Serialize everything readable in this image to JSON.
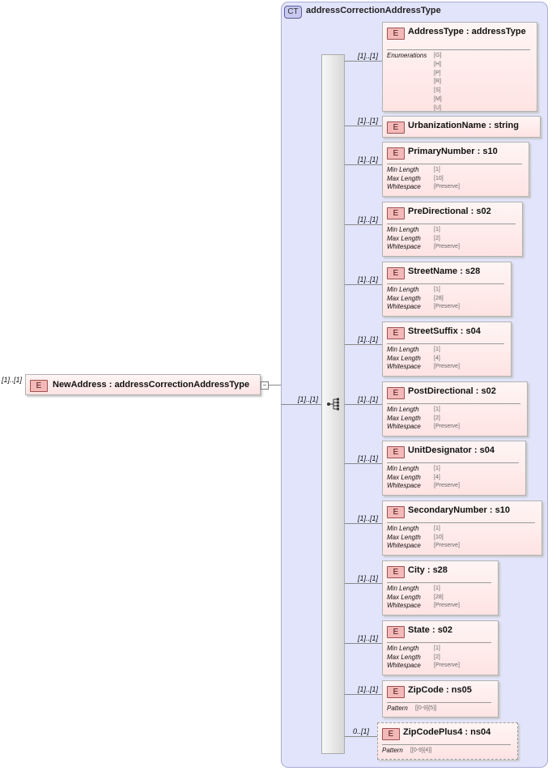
{
  "root": {
    "cardinality": "[1]..[1]",
    "name": "NewAddress",
    "type": "addressCorrectionAddressType",
    "badge": "E",
    "collapse_symbol": "−"
  },
  "complex_type": {
    "badge": "CT",
    "title": "addressCorrectionAddressType",
    "sequence_cardinality": "[1]..[1]",
    "compositor_icon": "sequence-icon"
  },
  "elements": [
    {
      "card": "[1]..[1]",
      "name": "AddressType",
      "type": "addressType",
      "badge": "E",
      "facets": [
        {
          "label": "Enumerations",
          "values": [
            "[G]",
            "[H]",
            "[P]",
            "[R]",
            "[S]",
            "[M]",
            "[U]"
          ]
        }
      ]
    },
    {
      "card": "[1]..[1]",
      "name": "UrbanizationName",
      "type": "string",
      "badge": "E",
      "facets": []
    },
    {
      "card": "[1]..[1]",
      "name": "PrimaryNumber",
      "type": "s10",
      "badge": "E",
      "facets": [
        {
          "label": "Min Length",
          "values": [
            "[1]"
          ]
        },
        {
          "label": "Max Length",
          "values": [
            "[10]"
          ]
        },
        {
          "label": "Whitespace",
          "values": [
            "[Preserve]"
          ]
        }
      ]
    },
    {
      "card": "[1]..[1]",
      "name": "PreDirectional",
      "type": "s02",
      "badge": "E",
      "facets": [
        {
          "label": "Min Length",
          "values": [
            "[1]"
          ]
        },
        {
          "label": "Max Length",
          "values": [
            "[2]"
          ]
        },
        {
          "label": "Whitespace",
          "values": [
            "[Preserve]"
          ]
        }
      ]
    },
    {
      "card": "[1]..[1]",
      "name": "StreetName",
      "type": "s28",
      "badge": "E",
      "facets": [
        {
          "label": "Min Length",
          "values": [
            "[1]"
          ]
        },
        {
          "label": "Max Length",
          "values": [
            "[28]"
          ]
        },
        {
          "label": "Whitespace",
          "values": [
            "[Preserve]"
          ]
        }
      ]
    },
    {
      "card": "[1]..[1]",
      "name": "StreetSuffix",
      "type": "s04",
      "badge": "E",
      "facets": [
        {
          "label": "Min Length",
          "values": [
            "[1]"
          ]
        },
        {
          "label": "Max Length",
          "values": [
            "[4]"
          ]
        },
        {
          "label": "Whitespace",
          "values": [
            "[Preserve]"
          ]
        }
      ]
    },
    {
      "card": "[1]..[1]",
      "name": "PostDirectional",
      "type": "s02",
      "badge": "E",
      "facets": [
        {
          "label": "Min Length",
          "values": [
            "[1]"
          ]
        },
        {
          "label": "Max Length",
          "values": [
            "[2]"
          ]
        },
        {
          "label": "Whitespace",
          "values": [
            "[Preserve]"
          ]
        }
      ]
    },
    {
      "card": "[1]..[1]",
      "name": "UnitDesignator",
      "type": "s04",
      "badge": "E",
      "facets": [
        {
          "label": "Min Length",
          "values": [
            "[1]"
          ]
        },
        {
          "label": "Max Length",
          "values": [
            "[4]"
          ]
        },
        {
          "label": "Whitespace",
          "values": [
            "[Preserve]"
          ]
        }
      ]
    },
    {
      "card": "[1]..[1]",
      "name": "SecondaryNumber",
      "type": "s10",
      "badge": "E",
      "facets": [
        {
          "label": "Min Length",
          "values": [
            "[1]"
          ]
        },
        {
          "label": "Max Length",
          "values": [
            "[10]"
          ]
        },
        {
          "label": "Whitespace",
          "values": [
            "[Preserve]"
          ]
        }
      ]
    },
    {
      "card": "[1]..[1]",
      "name": "City",
      "type": "s28",
      "badge": "E",
      "facets": [
        {
          "label": "Min Length",
          "values": [
            "[1]"
          ]
        },
        {
          "label": "Max Length",
          "values": [
            "[28]"
          ]
        },
        {
          "label": "Whitespace",
          "values": [
            "[Preserve]"
          ]
        }
      ]
    },
    {
      "card": "[1]..[1]",
      "name": "State",
      "type": "s02",
      "badge": "E",
      "facets": [
        {
          "label": "Min Length",
          "values": [
            "[1]"
          ]
        },
        {
          "label": "Max Length",
          "values": [
            "[2]"
          ]
        },
        {
          "label": "Whitespace",
          "values": [
            "[Preserve]"
          ]
        }
      ]
    },
    {
      "card": "[1]..[1]",
      "name": "ZipCode",
      "type": "ns05",
      "badge": "E",
      "facets": [
        {
          "label": "Pattern",
          "values": [
            "[[0-9]{5}]"
          ]
        }
      ]
    },
    {
      "card": "0..[1]",
      "name": "ZipCodePlus4",
      "type": "ns04",
      "badge": "E",
      "optional": true,
      "facets": [
        {
          "label": "Pattern",
          "values": [
            "[[0-9]{4}]"
          ]
        }
      ]
    }
  ]
}
